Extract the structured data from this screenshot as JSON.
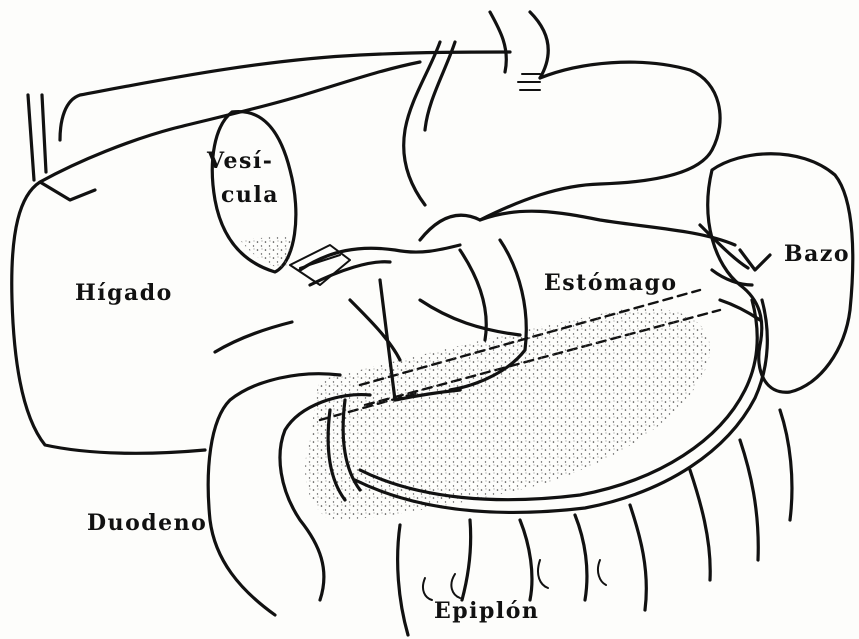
{
  "labels": {
    "vesicula_line1": "Vesí-",
    "vesicula_line2": "cula",
    "higado": "Hígado",
    "estomago": "Estómago",
    "bazo": "Bazo",
    "duodeno": "Duodeno",
    "epiplon": "Epiplón"
  }
}
